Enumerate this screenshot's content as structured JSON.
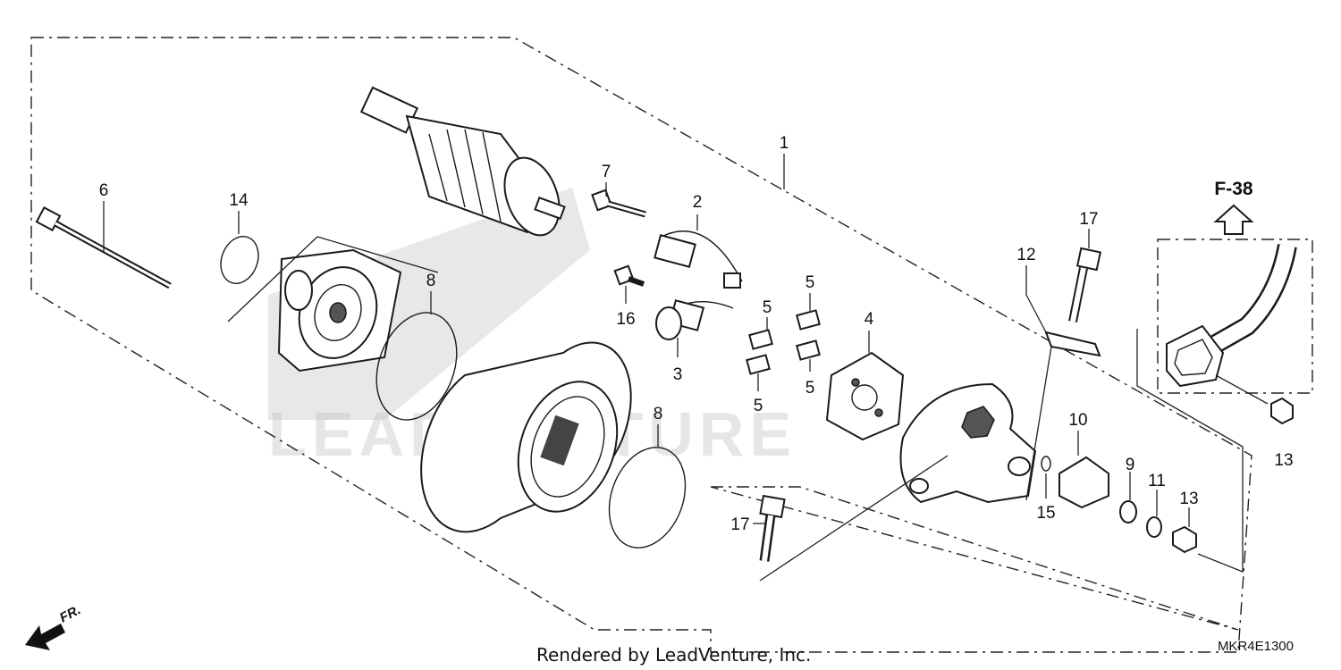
{
  "watermark": "LEADVENTURE",
  "footer": {
    "credit": "Rendered by LeadVenture, Inc.",
    "diagram_code": "MKR4E1300"
  },
  "front_marker": "FR.",
  "reference": "F-38",
  "callouts": [
    {
      "id": "c1",
      "text": "1"
    },
    {
      "id": "c2",
      "text": "2"
    },
    {
      "id": "c3",
      "text": "3"
    },
    {
      "id": "c4",
      "text": "4"
    },
    {
      "id": "c5a",
      "text": "5"
    },
    {
      "id": "c5b",
      "text": "5"
    },
    {
      "id": "c5c",
      "text": "5"
    },
    {
      "id": "c5d",
      "text": "5"
    },
    {
      "id": "c6",
      "text": "6"
    },
    {
      "id": "c7",
      "text": "7"
    },
    {
      "id": "c8a",
      "text": "8"
    },
    {
      "id": "c8b",
      "text": "8"
    },
    {
      "id": "c9",
      "text": "9"
    },
    {
      "id": "c10",
      "text": "10"
    },
    {
      "id": "c11",
      "text": "11"
    },
    {
      "id": "c12",
      "text": "12"
    },
    {
      "id": "c13a",
      "text": "13"
    },
    {
      "id": "c13b",
      "text": "13"
    },
    {
      "id": "c14",
      "text": "14"
    },
    {
      "id": "c15",
      "text": "15"
    },
    {
      "id": "c16",
      "text": "16"
    },
    {
      "id": "c17a",
      "text": "17"
    },
    {
      "id": "c17b",
      "text": "17"
    }
  ]
}
